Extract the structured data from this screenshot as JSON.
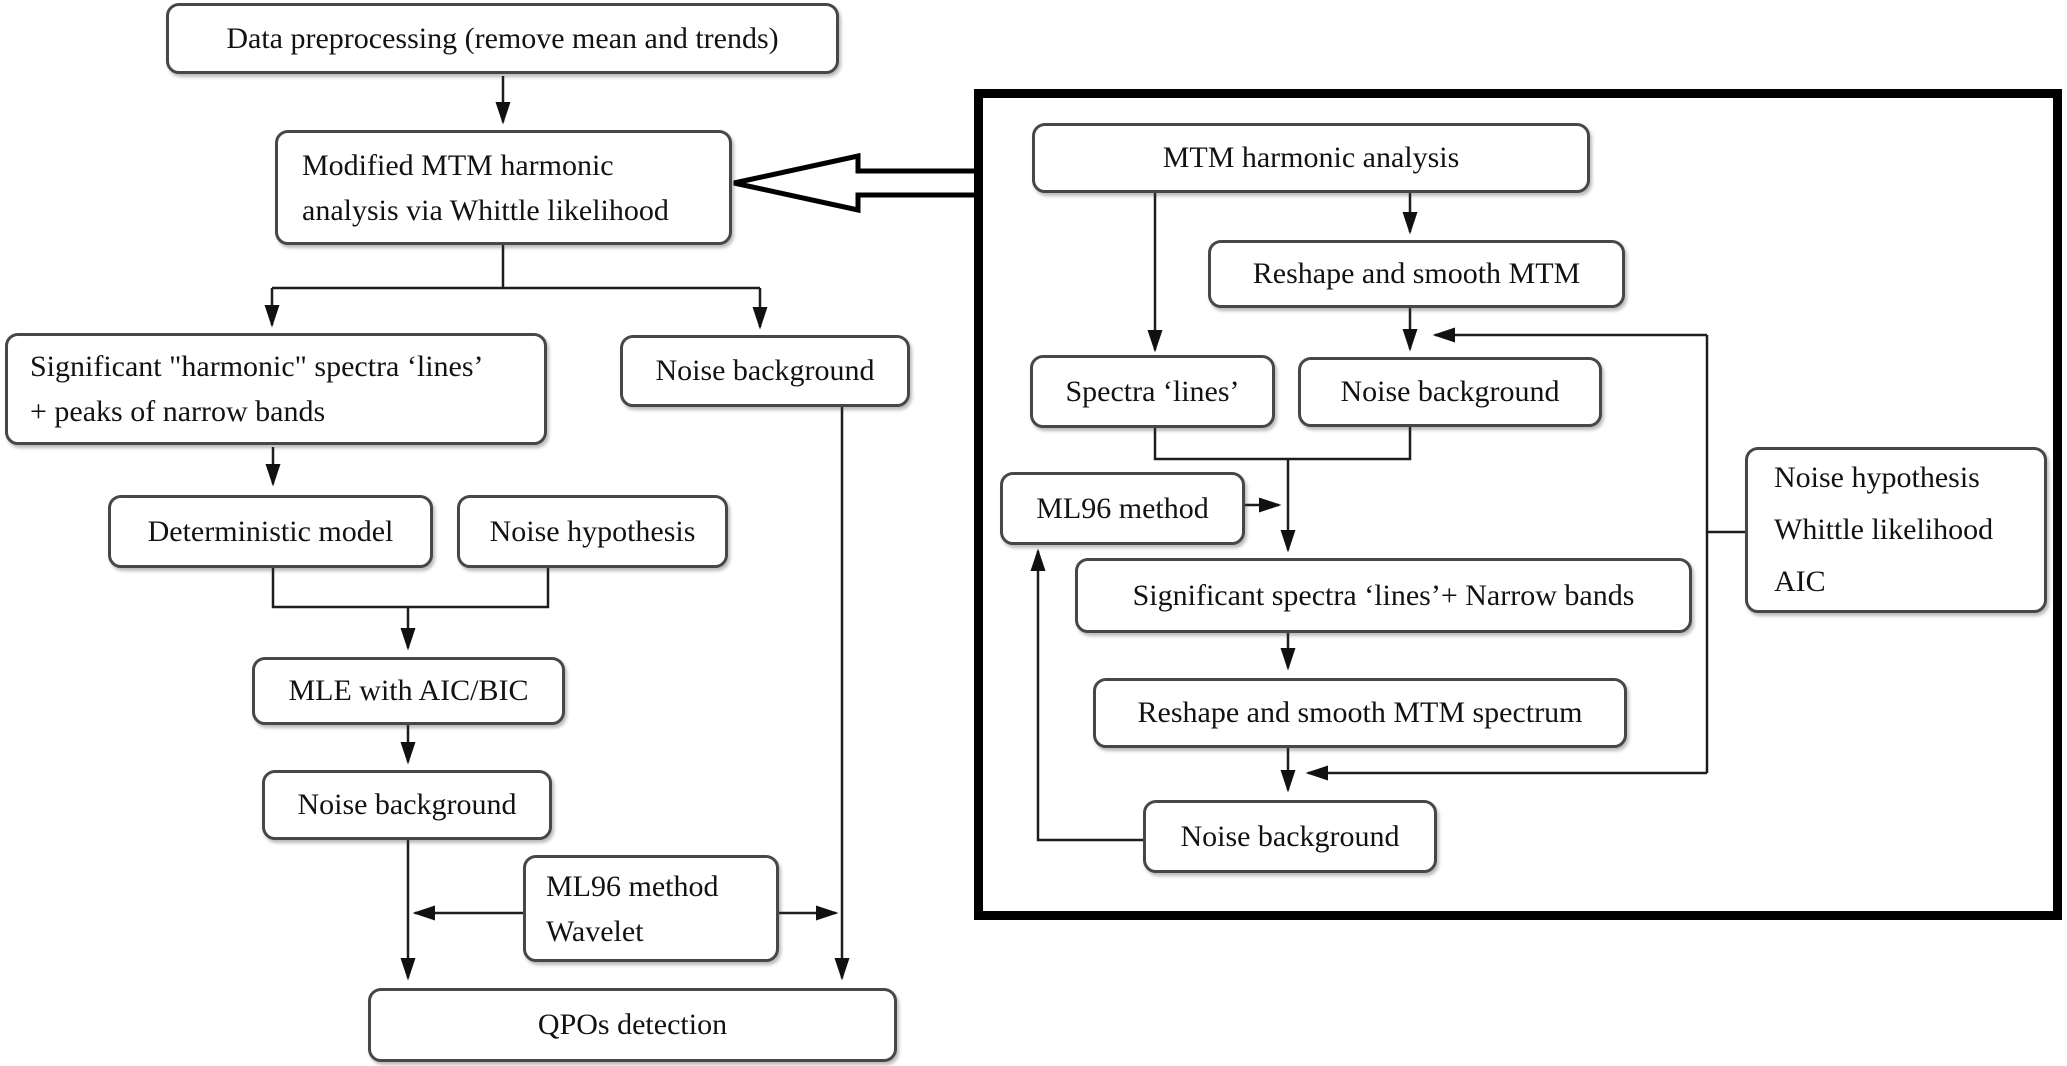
{
  "colors": {
    "background": "#ffffff",
    "line": "#1d1d1d",
    "box_border": "#474747",
    "panel_border": "#000000",
    "text": "#121212"
  },
  "left_panel": {
    "data_preprocessing": "Data preprocessing  (remove mean and trends)",
    "modified_mtm": [
      "Modified MTM harmonic",
      "analysis via Whittle likelihood"
    ],
    "significant_harmonic": [
      "Significant \"harmonic\"  spectra ‘lines’",
      "+ peaks of narrow bands"
    ],
    "noise_background_top": "Noise background",
    "deterministic_model": "Deterministic model",
    "noise_hypothesis": "Noise hypothesis",
    "mle": "MLE with AIC/BIC",
    "noise_background_bottom": "Noise background",
    "ml96_wavelet": [
      "ML96 method",
      "Wavelet"
    ],
    "qpos": "QPOs detection"
  },
  "right_panel": {
    "mtm_harmonic": "MTM harmonic analysis",
    "reshape_smooth": "Reshape and smooth MTM",
    "spectra_lines": "Spectra ‘lines’",
    "noise_background_top": "Noise background",
    "ml96": "ML96 method",
    "significant_spectra": "Significant spectra ‘lines’+ Narrow bands",
    "reshape_spectrum": "Reshape and smooth MTM spectrum",
    "noise_background_bottom": "Noise background",
    "noise_hypothesis_box": [
      "Noise hypothesis",
      "Whittle likelihood",
      "AIC"
    ]
  }
}
